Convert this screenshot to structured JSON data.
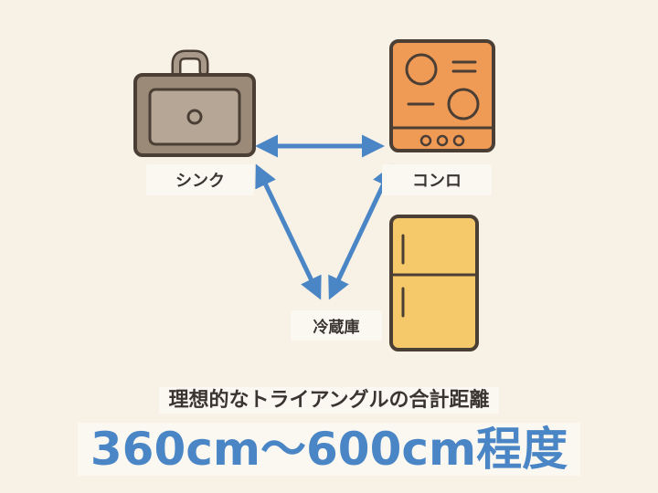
{
  "labels": {
    "sink": "シンク",
    "stove": "コンロ",
    "fridge": "冷蔵庫"
  },
  "caption": {
    "description": "理想的なトライアングルの合計距離",
    "range": "360cm～600cm程度"
  },
  "icons": {
    "sink": "kitchen-sink-icon",
    "stove": "induction-stove-icon",
    "fridge": "refrigerator-icon"
  },
  "colors": {
    "background": "#f7f1e6",
    "arrow": "#4a86c5",
    "sink": "#9b8a78",
    "stove": "#ef9a55",
    "fridge": "#f5c96a",
    "outline": "#4a3e35",
    "range_text": "#4a86c5"
  }
}
